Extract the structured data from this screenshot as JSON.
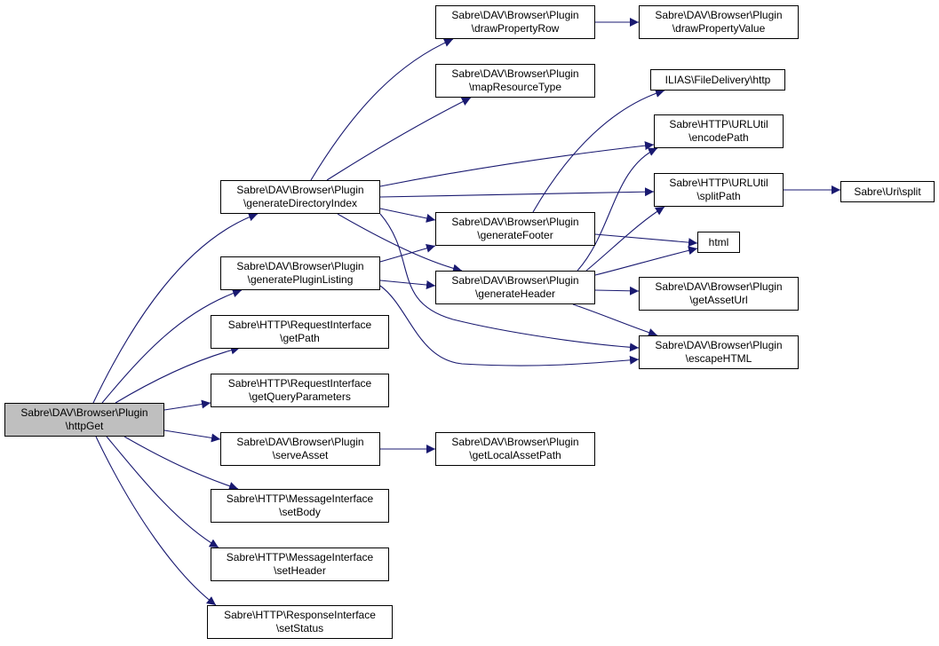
{
  "graph": {
    "edge_color": "#191970",
    "root_fill": "#bfbfbf",
    "nodes": {
      "httpGet": {
        "lines": [
          "Sabre\\DAV\\Browser\\Plugin",
          "\\httpGet"
        ]
      },
      "generateDirectoryIndex": {
        "lines": [
          "Sabre\\DAV\\Browser\\Plugin",
          "\\generateDirectoryIndex"
        ]
      },
      "generatePluginListing": {
        "lines": [
          "Sabre\\DAV\\Browser\\Plugin",
          "\\generatePluginListing"
        ]
      },
      "getPath": {
        "lines": [
          "Sabre\\HTTP\\RequestInterface",
          "\\getPath"
        ]
      },
      "getQueryParameters": {
        "lines": [
          "Sabre\\HTTP\\RequestInterface",
          "\\getQueryParameters"
        ]
      },
      "serveAsset": {
        "lines": [
          "Sabre\\DAV\\Browser\\Plugin",
          "\\serveAsset"
        ]
      },
      "setBody": {
        "lines": [
          "Sabre\\HTTP\\MessageInterface",
          "\\setBody"
        ]
      },
      "setHeader": {
        "lines": [
          "Sabre\\HTTP\\MessageInterface",
          "\\setHeader"
        ]
      },
      "setStatus": {
        "lines": [
          "Sabre\\HTTP\\ResponseInterface",
          "\\setStatus"
        ]
      },
      "drawPropertyRow": {
        "lines": [
          "Sabre\\DAV\\Browser\\Plugin",
          "\\drawPropertyRow"
        ]
      },
      "mapResourceType": {
        "lines": [
          "Sabre\\DAV\\Browser\\Plugin",
          "\\mapResourceType"
        ]
      },
      "generateFooter": {
        "lines": [
          "Sabre\\DAV\\Browser\\Plugin",
          "\\generateFooter"
        ]
      },
      "generateHeader": {
        "lines": [
          "Sabre\\DAV\\Browser\\Plugin",
          "\\generateHeader"
        ]
      },
      "getLocalAssetPath": {
        "lines": [
          "Sabre\\DAV\\Browser\\Plugin",
          "\\getLocalAssetPath"
        ]
      },
      "drawPropertyValue": {
        "lines": [
          "Sabre\\DAV\\Browser\\Plugin",
          "\\drawPropertyValue"
        ]
      },
      "iliasHttp": {
        "lines": [
          "ILIAS\\FileDelivery\\http"
        ]
      },
      "encodePath": {
        "lines": [
          "Sabre\\HTTP\\URLUtil",
          "\\encodePath"
        ]
      },
      "splitPath": {
        "lines": [
          "Sabre\\HTTP\\URLUtil",
          "\\splitPath"
        ]
      },
      "html": {
        "lines": [
          "html"
        ]
      },
      "getAssetUrl": {
        "lines": [
          "Sabre\\DAV\\Browser\\Plugin",
          "\\getAssetUrl"
        ]
      },
      "escapeHTML": {
        "lines": [
          "Sabre\\DAV\\Browser\\Plugin",
          "\\escapeHTML"
        ]
      },
      "uriSplit": {
        "lines": [
          "Sabre\\Uri\\split"
        ]
      }
    },
    "edges": [
      [
        "httpGet",
        "generateDirectoryIndex"
      ],
      [
        "httpGet",
        "generatePluginListing"
      ],
      [
        "httpGet",
        "getPath"
      ],
      [
        "httpGet",
        "getQueryParameters"
      ],
      [
        "httpGet",
        "serveAsset"
      ],
      [
        "httpGet",
        "setBody"
      ],
      [
        "httpGet",
        "setHeader"
      ],
      [
        "httpGet",
        "setStatus"
      ],
      [
        "generateDirectoryIndex",
        "drawPropertyRow"
      ],
      [
        "generateDirectoryIndex",
        "mapResourceType"
      ],
      [
        "generateDirectoryIndex",
        "encodePath"
      ],
      [
        "generateDirectoryIndex",
        "splitPath"
      ],
      [
        "generateDirectoryIndex",
        "generateFooter"
      ],
      [
        "generateDirectoryIndex",
        "generateHeader"
      ],
      [
        "generateDirectoryIndex",
        "escapeHTML"
      ],
      [
        "generatePluginListing",
        "generateFooter"
      ],
      [
        "generatePluginListing",
        "generateHeader"
      ],
      [
        "generatePluginListing",
        "escapeHTML"
      ],
      [
        "drawPropertyRow",
        "drawPropertyValue"
      ],
      [
        "generateFooter",
        "iliasHttp"
      ],
      [
        "generateFooter",
        "html"
      ],
      [
        "generateHeader",
        "encodePath"
      ],
      [
        "generateHeader",
        "splitPath"
      ],
      [
        "generateHeader",
        "html"
      ],
      [
        "generateHeader",
        "getAssetUrl"
      ],
      [
        "generateHeader",
        "escapeHTML"
      ],
      [
        "splitPath",
        "uriSplit"
      ],
      [
        "serveAsset",
        "getLocalAssetPath"
      ]
    ]
  }
}
